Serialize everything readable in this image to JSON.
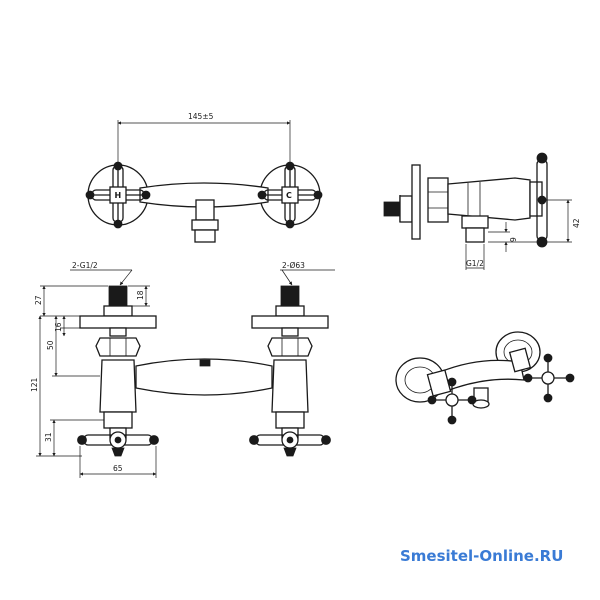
{
  "dimensions": {
    "top_width": "145±5",
    "inlet_thread": "2-G1/2",
    "flange_diameter": "2-Ø63",
    "height_27": "27",
    "height_18": "18",
    "height_16": "16",
    "height_50": "50",
    "height_121": "121",
    "height_31": "31",
    "width_65": "65",
    "side_42": "42",
    "side_9": "9",
    "outlet_thread": "G1/2"
  },
  "handle_marks": {
    "hot": "H",
    "cold": "C"
  },
  "watermark": "Smesitel-Online.RU",
  "colors": {
    "line": "#1a1a1a",
    "watermark": "#3a7bd5",
    "background": "#ffffff"
  }
}
